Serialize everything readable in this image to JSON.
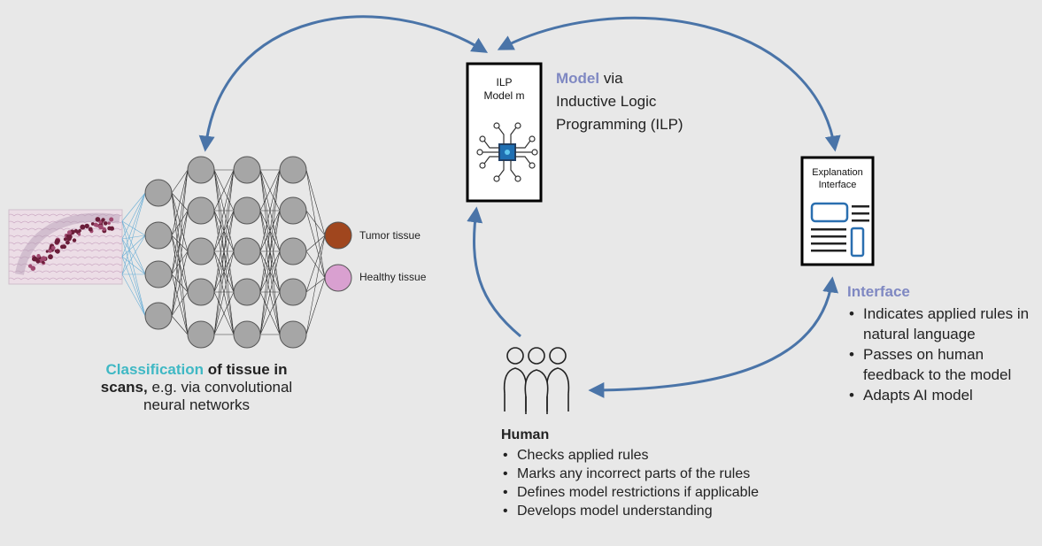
{
  "colors": {
    "background": "#e8e8e8",
    "arrow": "#4a74a8",
    "classification_accent": "#3fb8c4",
    "model_accent": "#7f88c2",
    "interface_accent": "#7f88c2",
    "neuron_fill": "#a6a6a6",
    "tumor_tissue": "#a0461e",
    "healthy_tissue": "#d9a0d0"
  },
  "model_box": {
    "line1": "ILP",
    "line2": "Model m",
    "icon": "circuit-chip-icon"
  },
  "model_text": {
    "highlight": "Model",
    "rest_line1": " via",
    "line2": "Inductive Logic",
    "line3": "Programming (ILP)"
  },
  "interface_doc": {
    "line1": "Explanation",
    "line2": "Interface",
    "icon": "document-icon"
  },
  "interface_text": {
    "title": "Interface",
    "bullets": [
      "Indicates applied rules in natural language",
      "Passes on human feedback to the model",
      "Adapts AI model"
    ]
  },
  "network": {
    "outputs": [
      {
        "label": "Tumor tissue"
      },
      {
        "label": "Healthy tissue"
      }
    ],
    "scan_image": "tissue-scan-image"
  },
  "classification_text": {
    "highlight": "Classification",
    "bold_rest": " of tissue in",
    "line2_bold": "scans,",
    "line2_rest": " e.g. via convolutional",
    "line3": "neural networks"
  },
  "human_text": {
    "title": "Human",
    "icon": "people-group-icon",
    "bullets": [
      "Checks applied rules",
      "Marks any incorrect parts of the rules",
      "Defines model restrictions if applicable",
      "Develops model understanding"
    ]
  }
}
